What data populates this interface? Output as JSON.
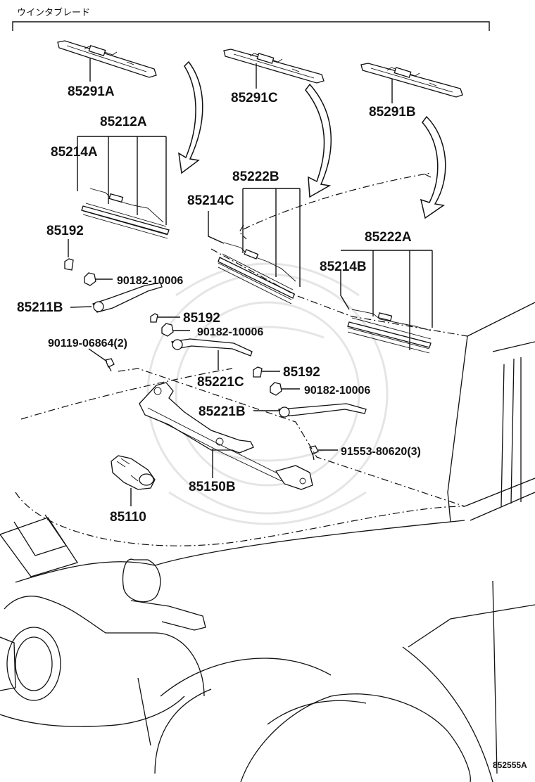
{
  "header": {
    "title": "ウインタブレード"
  },
  "figure_code": "852555A",
  "parts": {
    "p85291A": "85291A",
    "p85291C": "85291C",
    "p85291B": "85291B",
    "p85212A": "85212A",
    "p85214A": "85214A",
    "p85222B": "85222B",
    "p85214C": "85214C",
    "p85222A": "85222A",
    "p85214B": "85214B",
    "p85192_a": "85192",
    "p85192_b": "85192",
    "p85192_c": "85192",
    "p90182_a": "90182-10006",
    "p90182_b": "90182-10006",
    "p90182_c": "90182-10006",
    "p85211B": "85211B",
    "p90119": "90119-06864(2)",
    "p85221C": "85221C",
    "p85221B": "85221B",
    "p91553": "91553-80620(3)",
    "p85150B": "85150B",
    "p85110": "85110"
  }
}
